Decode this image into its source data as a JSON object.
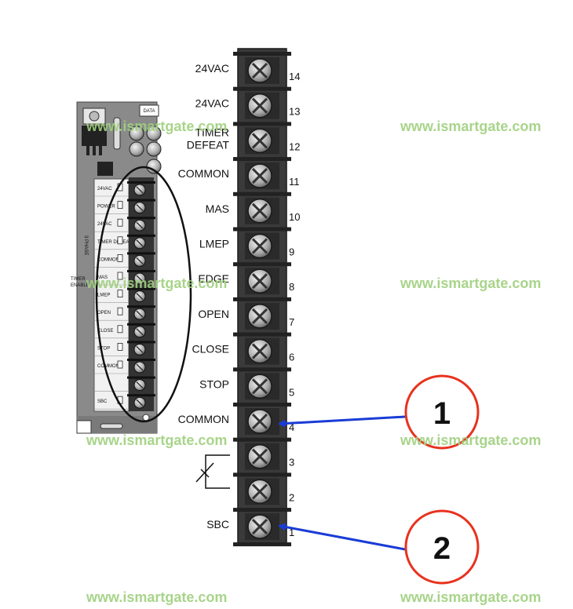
{
  "terminals": [
    {
      "number": "14",
      "label": "24VAC"
    },
    {
      "number": "13",
      "label": "24VAC"
    },
    {
      "number": "12",
      "label": "TIMER DEFEAT"
    },
    {
      "number": "11",
      "label": "COMMON"
    },
    {
      "number": "10",
      "label": "MAS"
    },
    {
      "number": "9",
      "label": "LMEP"
    },
    {
      "number": "8",
      "label": "EDGE"
    },
    {
      "number": "7",
      "label": "OPEN"
    },
    {
      "number": "6",
      "label": "CLOSE"
    },
    {
      "number": "5",
      "label": "STOP"
    },
    {
      "number": "4",
      "label": "COMMON"
    },
    {
      "number": "3",
      "label": ""
    },
    {
      "number": "2",
      "label": ""
    },
    {
      "number": "1",
      "label": "SBC"
    }
  ],
  "board": {
    "data_label": "DATA",
    "mini_labels": [
      "24VAC",
      "POWER",
      "24VAC",
      "TIMER DEFEAT",
      "COMMON",
      "MAS",
      "LMEP",
      "OPEN",
      "CLOSE",
      "STOP",
      "COMMON",
      "",
      "SBC"
    ],
    "side_text": [
      "TIMER",
      "ENABLE",
      "3 PHASE"
    ]
  },
  "callouts": [
    {
      "number": "1",
      "target_terminal": "4"
    },
    {
      "number": "2",
      "target_terminal": "1"
    }
  ],
  "watermark": "www.ismartgate.com",
  "colors": {
    "callout_ring": "#e8321e",
    "arrow": "#1a3cd6",
    "watermark": "#9fd07e",
    "strip": "#3a3a3a"
  }
}
